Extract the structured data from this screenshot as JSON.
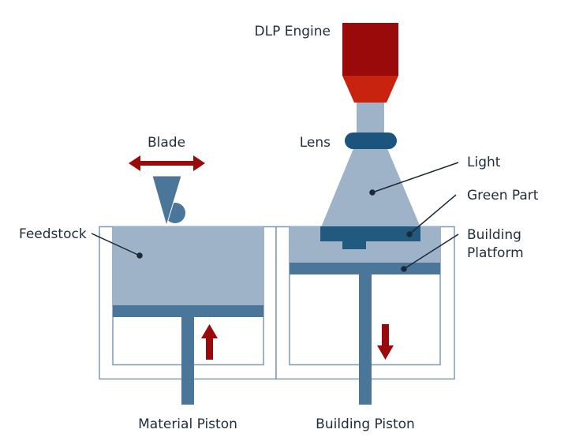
{
  "title": "DLP powder bed printing diagram",
  "colors": {
    "engine_dark": "#9b0a0a",
    "engine_nozzle": "#c8230f",
    "beam": "#9fb3c8",
    "lens": "#1b557e",
    "powder": "#9fb3c8",
    "platform": "#4a7699",
    "green_part": "#22597f",
    "frame": "#7f9ab3",
    "arrow": "#9b0a0a",
    "leader": "#1a2a36"
  },
  "labels": {
    "dlp_engine": "DLP Engine",
    "lens": "Lens",
    "blade": "Blade",
    "light": "Light",
    "green_part": "Green Part",
    "building_platform_line1": "Building",
    "building_platform_line2": "Platform",
    "feedstock": "Feedstock",
    "material_piston": "Material Piston",
    "building_piston": "Building Piston"
  },
  "motion": {
    "blade": "horizontal (left-right)",
    "material_piston": "up",
    "building_piston": "down"
  }
}
